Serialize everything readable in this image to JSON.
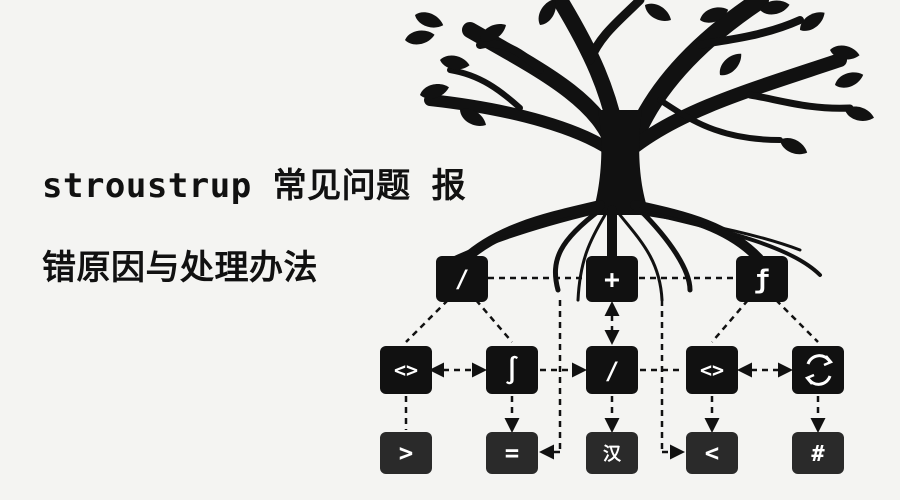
{
  "title": {
    "line1": "stroustrup 常见问题 报",
    "line2": "错原因与处理办法"
  },
  "diagram": {
    "nodes": [
      {
        "id": "root-divide",
        "label": "/"
      },
      {
        "id": "root-plus",
        "label": "+"
      },
      {
        "id": "root-function",
        "label": "ƒ"
      },
      {
        "id": "mid-angle-code",
        "label": "<>"
      },
      {
        "id": "mid-integral",
        "label": "∫"
      },
      {
        "id": "mid-divide",
        "label": "/"
      },
      {
        "id": "mid-diamond-code",
        "label": "<>"
      },
      {
        "id": "mid-cycle",
        "label": ""
      },
      {
        "id": "leaf-greater",
        "label": ">"
      },
      {
        "id": "leaf-equals",
        "label": "="
      },
      {
        "id": "leaf-glyph",
        "label": "汉"
      },
      {
        "id": "leaf-less",
        "label": "<"
      },
      {
        "id": "leaf-hash",
        "label": "#"
      }
    ]
  }
}
